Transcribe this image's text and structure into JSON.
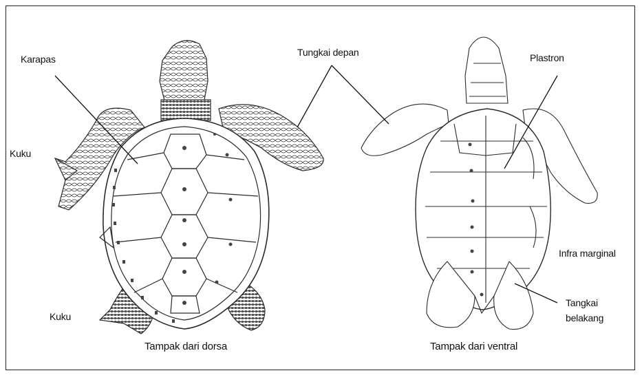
{
  "figure": {
    "labels": {
      "karapas": "Karapas",
      "tungkai_depan": "Tungkai depan",
      "plastron": "Plastron",
      "kuku_upper": "Kuku",
      "kuku_lower": "Kuku",
      "infra_marginal": "Infra marginal",
      "tungkai_belakang_1": "Tangkai",
      "tungkai_belakang_2": "belakang"
    },
    "captions": {
      "dorsal": "Tampak dari dorsa",
      "ventral": "Tampak dari ventral"
    }
  },
  "colors": {
    "line": "#2a2a2a",
    "frame": "#222222"
  }
}
